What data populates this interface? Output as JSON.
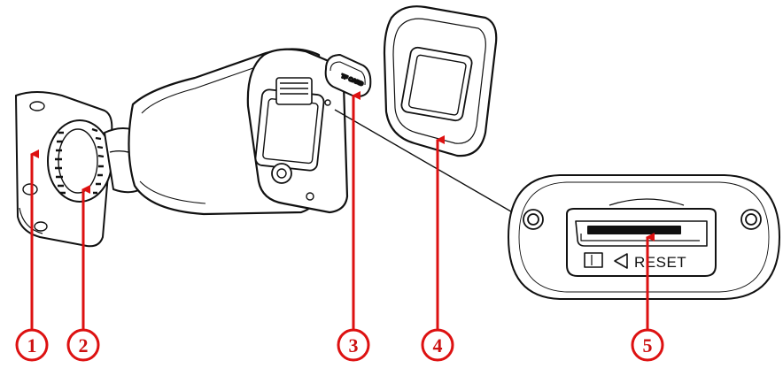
{
  "callouts": [
    {
      "number": "1",
      "color": "#dd1111"
    },
    {
      "number": "2",
      "color": "#dd1111"
    },
    {
      "number": "3",
      "color": "#dd1111"
    },
    {
      "number": "4",
      "color": "#dd1111"
    },
    {
      "number": "5",
      "color": "#dd1111"
    }
  ],
  "cover_label": "TF CARD",
  "reset_label": "RESET",
  "icons": [
    "arrow-left-icon"
  ]
}
